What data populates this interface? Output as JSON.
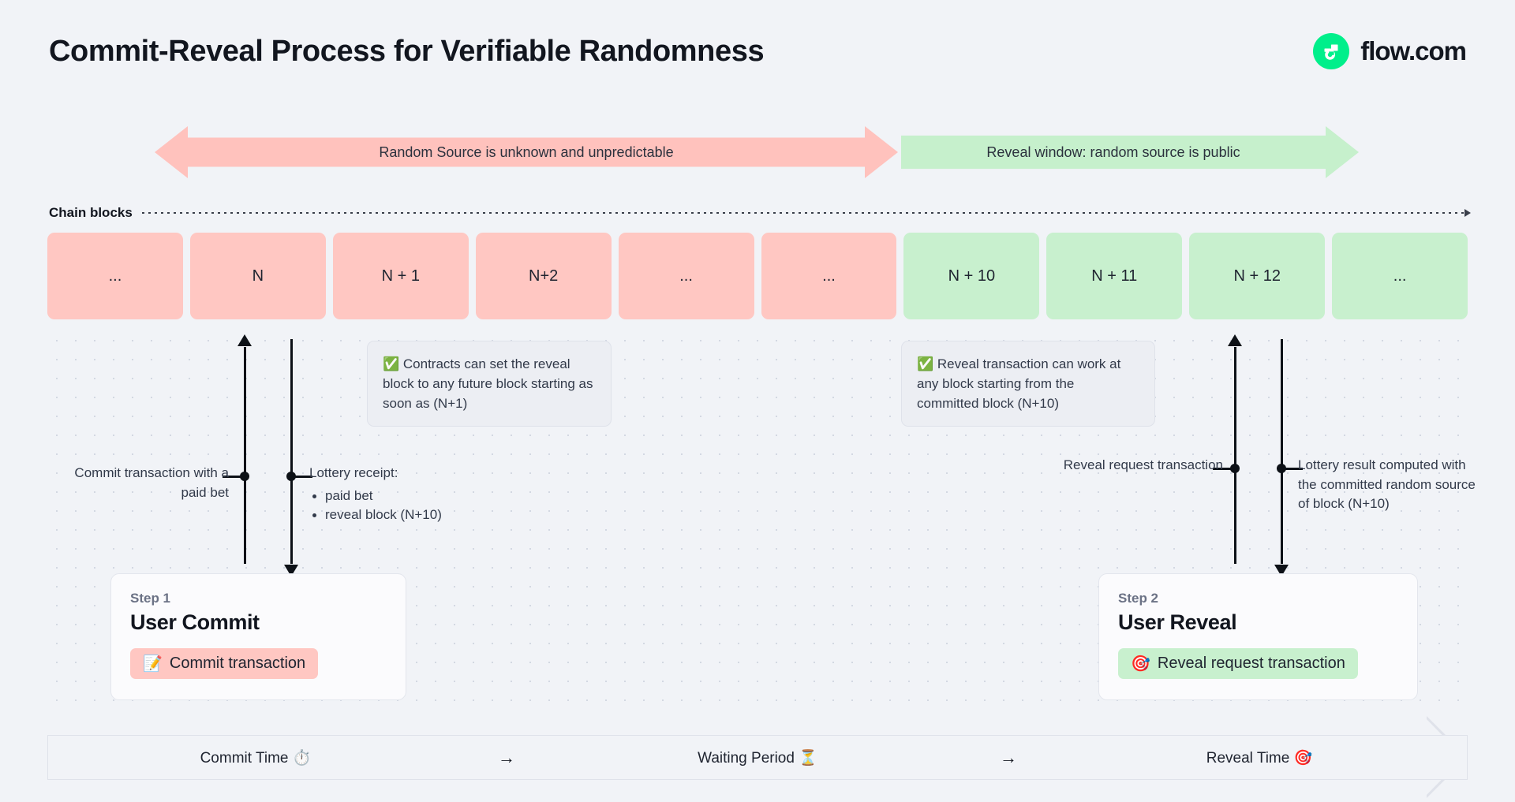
{
  "header": {
    "title": "Commit-Reveal Process for Verifiable Randomness",
    "brand_name": "flow.com",
    "brand_color": "#00ef8b"
  },
  "banners": {
    "unknown": "Random Source is unknown and unpredictable",
    "reveal": "Reveal window: random source is public",
    "unknown_color": "#ffc2bd",
    "reveal_color": "#c6f0cc"
  },
  "chain": {
    "label": "Chain blocks",
    "blocks": [
      {
        "label": "...",
        "state": "pink"
      },
      {
        "label": "N",
        "state": "pink"
      },
      {
        "label": "N + 1",
        "state": "pink"
      },
      {
        "label": "N+2",
        "state": "pink"
      },
      {
        "label": "...",
        "state": "pink"
      },
      {
        "label": "...",
        "state": "pink"
      },
      {
        "label": "N + 10",
        "state": "green"
      },
      {
        "label": "N + 11",
        "state": "green"
      },
      {
        "label": "N + 12",
        "state": "green"
      },
      {
        "label": "...",
        "state": "green"
      }
    ]
  },
  "notes": {
    "contracts": "✅ Contracts can set the reveal block to any future block starting as soon as (N+1)",
    "reveal": "✅ Reveal transaction can work at any block starting from the committed block (N+10)"
  },
  "annotations": {
    "commit": "Commit transaction with a paid bet",
    "receipt_title": "Lottery receipt:",
    "receipt_items": [
      "paid bet",
      "reveal block (N+10)"
    ],
    "request": "Reveal request transaction",
    "result": "Lottery result computed with the committed random source of block (N+10)"
  },
  "steps": [
    {
      "eyebrow": "Step 1",
      "title": "User Commit",
      "chip_emoji": "📝",
      "chip_label": "Commit transaction",
      "chip_color": "#ffc7c2"
    },
    {
      "eyebrow": "Step 2",
      "title": "User Reveal",
      "chip_emoji": "🎯",
      "chip_label": "Reveal request transaction",
      "chip_color": "#c8f0ce"
    }
  ],
  "timeline": {
    "phase_1": "Commit Time ⏱️",
    "phase_2": "Waiting Period ⏳",
    "phase_3": "Reveal Time 🎯",
    "separator": "→"
  }
}
